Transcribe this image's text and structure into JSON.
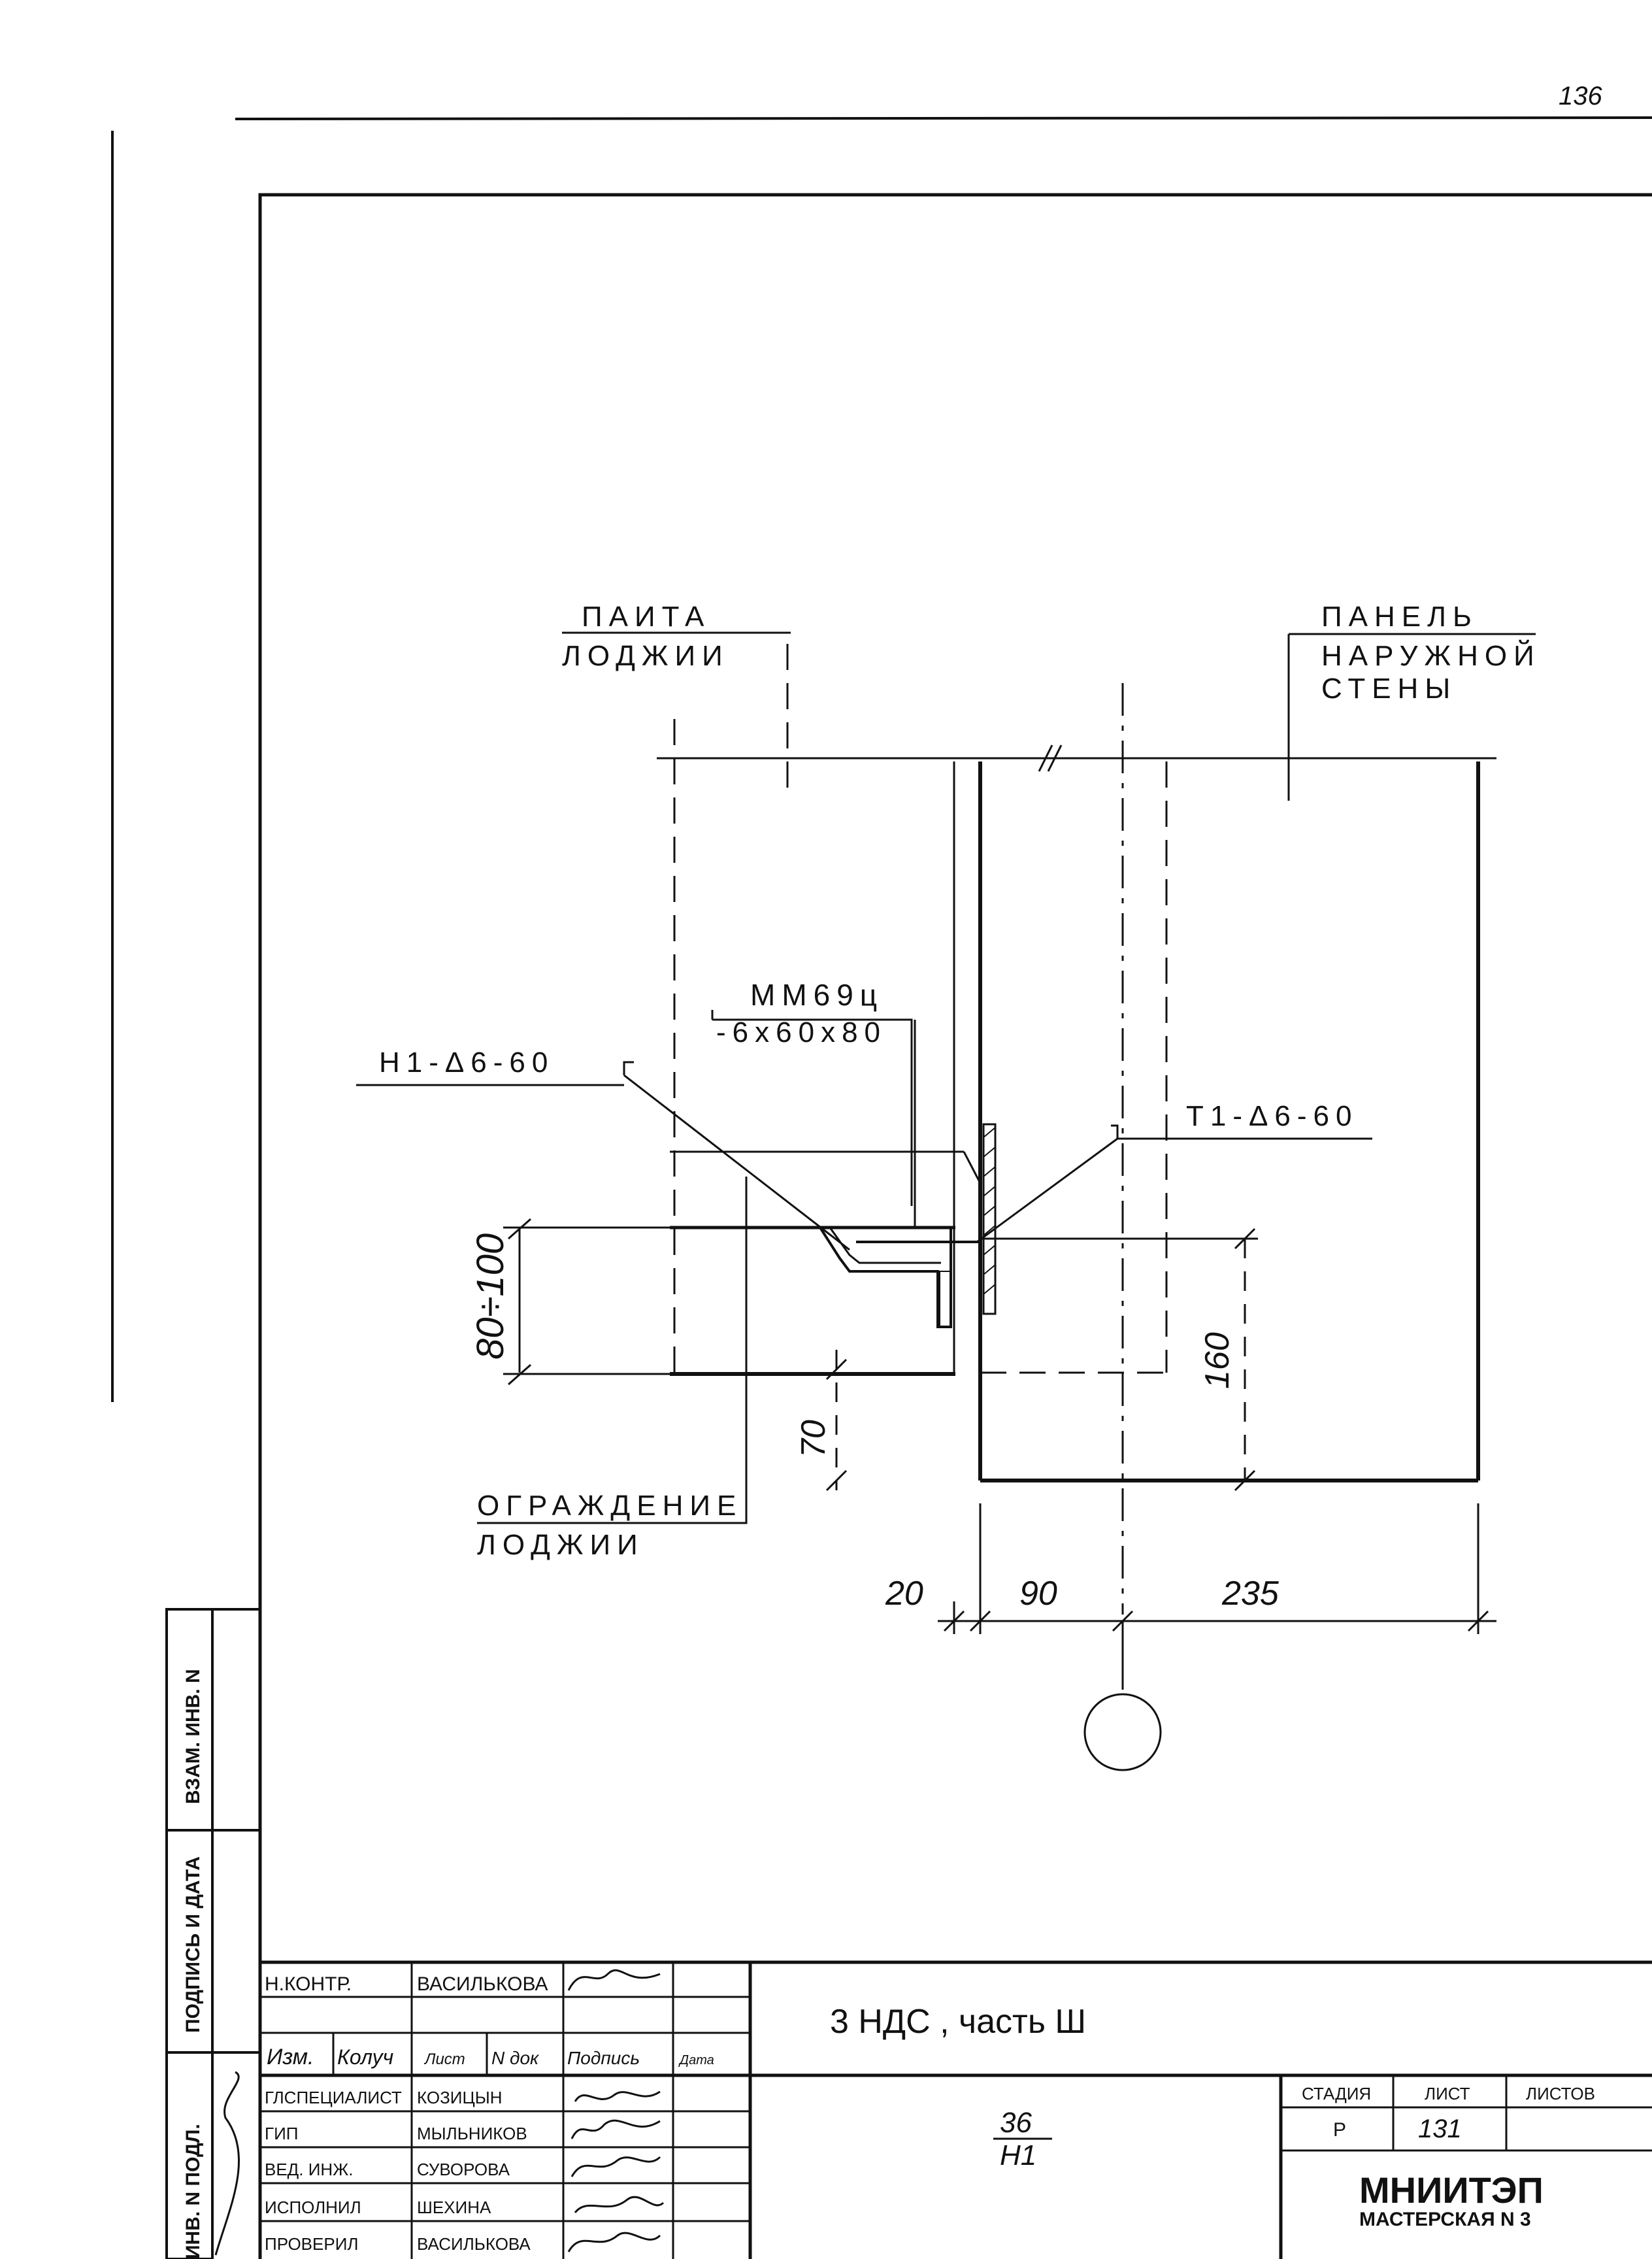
{
  "page_number": "136",
  "drawing": {
    "label_slab": [
      "ПАИТА",
      "ЛОДЖИИ"
    ],
    "label_panel": [
      "ПАНЕЛЬ",
      "НАРУЖНОЙ",
      "СТЕНЫ"
    ],
    "label_embed": [
      "ММ69ц",
      "-6х60х80"
    ],
    "label_weld_left": "Н1-Δ6-60",
    "label_weld_right": "Т1-Δ6-60",
    "label_fence": [
      "ОГРАЖДЕНИЕ",
      "ЛОДЖИИ"
    ],
    "dim_80_100": "80÷100",
    "dim_160": "160",
    "dim_70": "70",
    "dim_20": "20",
    "dim_90": "90",
    "dim_235": "235"
  },
  "side_stamp": {
    "vzam_inv": "ВЗАМ. ИНВ. N",
    "podpis_data": "ПОДПИСЬ И ДАТА",
    "inv_podl": "ИНВ. N ПОДЛ."
  },
  "title_block": {
    "n_kontr": "Н.КОНТР.",
    "n_kontr_name": "ВАСИЛЬКОВА",
    "header_izm": "Изм.",
    "header_koluch": "Колуч",
    "header_list": "Лист",
    "header_ndok": "N док",
    "header_podpis": "Подпись",
    "header_data": "Дата",
    "roles": [
      {
        "role": "ГЛСПЕЦИАЛИСТ",
        "name": "КОЗИЦЫН"
      },
      {
        "role": "ГИП",
        "name": "МЫЛЬНИКОВ"
      },
      {
        "role": "ВЕД. ИНЖ.",
        "name": "СУВОРОВА"
      },
      {
        "role": "ИСПОЛНИЛ",
        "name": "ШЕХИНА"
      },
      {
        "role": "ПРОВЕРИЛ",
        "name": "ВАСИЛЬКОВА"
      }
    ],
    "project_title": "3 НДС , часть Ш",
    "drawing_code_top": "36",
    "drawing_code_bottom": "Н1",
    "stage_header": "СТАДИЯ",
    "sheet_header": "ЛИСТ",
    "sheets_header": "ЛИСТОВ",
    "stage_value": "Р",
    "sheet_value": "131",
    "org_name": "МНИИТЭП",
    "org_sub": "МАСТЕРСКАЯ N 3"
  }
}
